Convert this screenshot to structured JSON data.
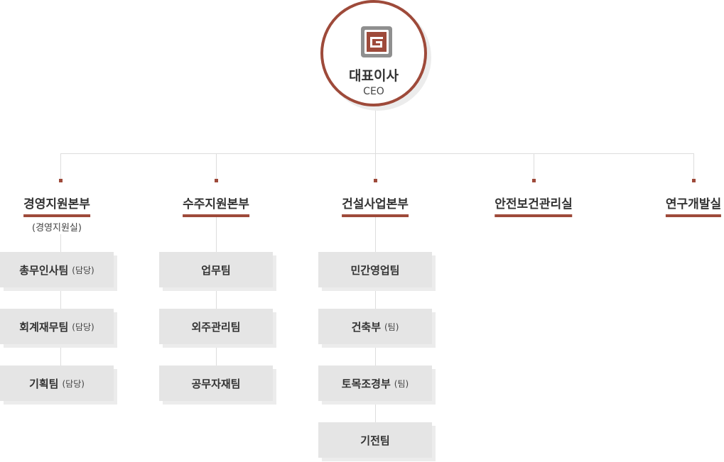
{
  "ceo": {
    "title": "대표이사",
    "subtitle": "CEO",
    "logo": "g-logo-icon"
  },
  "departments": [
    {
      "name": "경영지원본부",
      "note": "(경영지원실)"
    },
    {
      "name": "수주지원본부"
    },
    {
      "name": "건설사업본부"
    },
    {
      "name": "안전보건관리실"
    },
    {
      "name": "연구개발실"
    }
  ],
  "teams": {
    "management": [
      {
        "name": "총무인사팀",
        "note": "(담당)"
      },
      {
        "name": "회계재무팀",
        "note": "(담당)"
      },
      {
        "name": "기획팀",
        "note": "(담당)"
      }
    ],
    "orders": [
      {
        "name": "업무팀"
      },
      {
        "name": "외주관리팀"
      },
      {
        "name": "공무자재팀"
      }
    ],
    "construction": [
      {
        "name": "민간영업팀"
      },
      {
        "name": "건축부",
        "note": "(팀)"
      },
      {
        "name": "토목조경부",
        "note": "(팀)"
      },
      {
        "name": "기전팀"
      }
    ]
  },
  "colors": {
    "accent": "#9e4a3a",
    "box": "#e5e5e5",
    "line": "#dddddd"
  }
}
